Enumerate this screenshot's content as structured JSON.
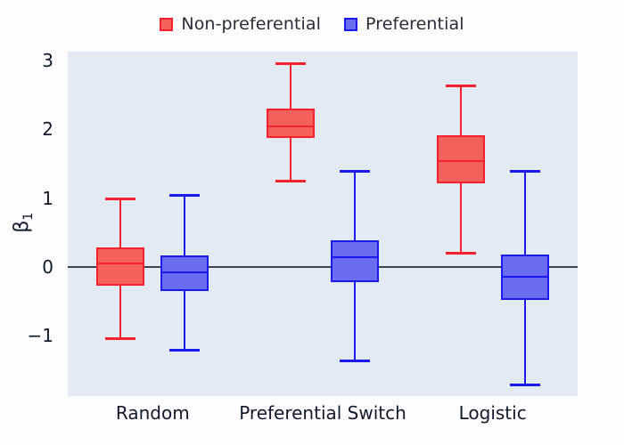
{
  "chart_data": {
    "type": "box",
    "title": "",
    "xlabel": "",
    "ylabel": "β₁",
    "ylabel_base": "β",
    "ylabel_sub": "1",
    "categories": [
      "Random",
      "Preferential Switch",
      "Logistic"
    ],
    "yticks": [
      3,
      2,
      1,
      0,
      -1
    ],
    "ytick_labels": [
      "3",
      "2",
      "1",
      "0",
      "−1"
    ],
    "ylim": [
      -1.88,
      3.13
    ],
    "grid": false,
    "zero_line": 0,
    "legend_position": "top-center",
    "colors": {
      "nonpreferential_fill": "#f4605c",
      "nonpreferential_edge": "#f5222d",
      "preferential_fill": "#6c6cf0",
      "preferential_edge": "#1a1aee",
      "plot_background": "#e4eaf3",
      "figure_background": "#fdfdff",
      "zero_line": "#3f4450",
      "text": "#13182b"
    },
    "series": [
      {
        "name": "Non-preferential",
        "color_fill": "#f4605c",
        "color_edge": "#f5222d",
        "boxes": [
          {
            "category": "Random",
            "whisker_low": -1.04,
            "q1": -0.28,
            "median": 0.05,
            "q3": 0.28,
            "whisker_high": 1.0
          },
          {
            "category": "Preferential Switch",
            "whisker_low": 1.25,
            "q1": 1.88,
            "median": 2.04,
            "q3": 2.3,
            "whisker_high": 2.96
          },
          {
            "category": "Logistic",
            "whisker_low": 0.21,
            "q1": 1.21,
            "median": 1.54,
            "q3": 1.91,
            "whisker_high": 2.64
          }
        ]
      },
      {
        "name": "Preferential",
        "color_fill": "#6c6cf0",
        "color_edge": "#1a1aee",
        "boxes": [
          {
            "category": "Random",
            "whisker_low": -1.21,
            "q1": -0.35,
            "median": -0.08,
            "q3": 0.16,
            "whisker_high": 1.05
          },
          {
            "category": "Preferential Switch",
            "whisker_low": -1.36,
            "q1": -0.22,
            "median": 0.14,
            "q3": 0.38,
            "whisker_high": 1.4
          },
          {
            "category": "Logistic",
            "whisker_low": -1.71,
            "q1": -0.48,
            "median": -0.15,
            "q3": 0.18,
            "whisker_high": 1.4
          }
        ]
      }
    ]
  },
  "legend": {
    "entries": [
      {
        "label": "Non-preferential",
        "fill": "#f4605c",
        "edge": "#f5222d"
      },
      {
        "label": "Preferential",
        "fill": "#6c6cf0",
        "edge": "#1a1aee"
      }
    ]
  }
}
